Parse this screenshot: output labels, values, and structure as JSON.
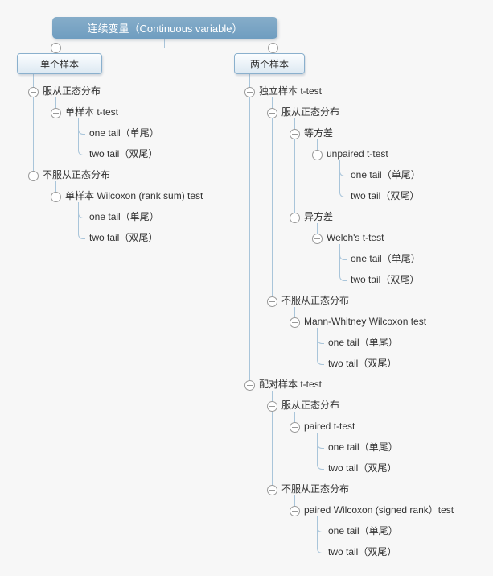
{
  "title": "连续变量（Continuous variable）",
  "branches": [
    {
      "label": "单个样本",
      "children": [
        {
          "label": "服从正态分布",
          "children": [
            {
              "label": "单样本 t-test",
              "children": [
                {
                  "label": "one tail（单尾）"
                },
                {
                  "label": "two tail（双尾）"
                }
              ]
            }
          ]
        },
        {
          "label": "不服从正态分布",
          "children": [
            {
              "label": "单样本 Wilcoxon (rank sum) test",
              "children": [
                {
                  "label": "one tail（单尾）"
                },
                {
                  "label": "two tail（双尾）"
                }
              ]
            }
          ]
        }
      ]
    },
    {
      "label": "两个样本",
      "children": [
        {
          "label": "独立样本 t-test",
          "children": [
            {
              "label": "服从正态分布",
              "children": [
                {
                  "label": "等方差",
                  "children": [
                    {
                      "label": "unpaired t-test",
                      "children": [
                        {
                          "label": "one tail（单尾）"
                        },
                        {
                          "label": "two tail（双尾）"
                        }
                      ]
                    }
                  ]
                },
                {
                  "label": "异方差",
                  "children": [
                    {
                      "label": "Welch's t-test",
                      "children": [
                        {
                          "label": "one tail（单尾）"
                        },
                        {
                          "label": "two tail（双尾）"
                        }
                      ]
                    }
                  ]
                }
              ]
            },
            {
              "label": "不服从正态分布",
              "children": [
                {
                  "label": "Mann-Whitney Wilcoxon test",
                  "children": [
                    {
                      "label": "one tail（单尾）"
                    },
                    {
                      "label": "two tail（双尾）"
                    }
                  ]
                }
              ]
            }
          ]
        },
        {
          "label": "配对样本 t-test",
          "children": [
            {
              "label": "服从正态分布",
              "children": [
                {
                  "label": "paired t-test",
                  "children": [
                    {
                      "label": "one tail（单尾）"
                    },
                    {
                      "label": "two tail（双尾）"
                    }
                  ]
                }
              ]
            },
            {
              "label": "不服从正态分布",
              "children": [
                {
                  "label": "paired Wilcoxon (signed rank）test",
                  "children": [
                    {
                      "label": "one tail（单尾）"
                    },
                    {
                      "label": "two tail（双尾）"
                    }
                  ]
                }
              ]
            }
          ]
        }
      ]
    }
  ],
  "icons": {
    "collapse": "minus-circle-icon"
  },
  "colors": {
    "background": "#f7f7f7",
    "root_fill_top": "#86adc9",
    "root_fill_bottom": "#6f9dc0",
    "root_text": "#ffffff",
    "branch_box_border": "#8ab0cd",
    "branch_box_fill": "#e9f2f8",
    "connector_line": "#a9c5da",
    "collapse_icon": "#999999",
    "node_text": "#333333"
  }
}
